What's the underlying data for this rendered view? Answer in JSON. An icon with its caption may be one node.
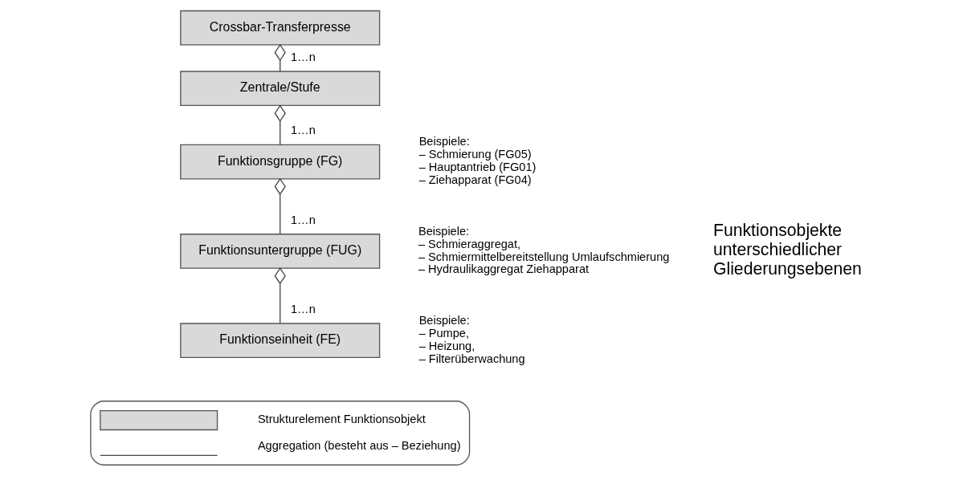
{
  "diagram": {
    "nodes": [
      {
        "text": [
          "Crossbar-Transferpresse"
        ]
      },
      {
        "text": [
          "Zentrale/Stufe"
        ]
      },
      {
        "text": [
          "Funktionsgruppe (FG)"
        ],
        "beside": [
          "Beispiele:",
          "– Schmierung (FG05)",
          "– Hauptantrieb (FG01)",
          "– Ziehapparat (FG04)"
        ]
      },
      {
        "text": [
          "Funktionsuntergruppe (FUG)"
        ],
        "beside": [
          "Beispiele:",
          "– Schmieraggregat,",
          "– Schmiermittelbereitstellung Umlaufschmierung",
          "– Hydraulikaggregat Ziehapparat"
        ]
      },
      {
        "text": [
          "Funktionseinheit (FE)"
        ],
        "beside": [
          "Beispiele:",
          "– Pumpe,",
          "– Heizung,",
          "– Filterüberwachung"
        ]
      }
    ],
    "edges": [
      {
        "from": 0,
        "to": 1,
        "arrow": "other",
        "label": "1…n"
      },
      {
        "from": 1,
        "to": 2,
        "arrow": "other",
        "label": "1…n"
      },
      {
        "from": 2,
        "to": 3,
        "arrow": "other",
        "label": "1…n"
      },
      {
        "from": 3,
        "to": 4,
        "arrow": "other",
        "label": "1…n"
      }
    ],
    "labels": [
      "Funktionsobjekte unterschiedlicher Gliederungsebenen"
    ],
    "legend": [
      {
        "text": "Strukturelement Funktionsobjekt",
        "color": "#d9d9d9"
      },
      {
        "text": "Aggregation (besteht aus – Beziehung)"
      }
    ]
  }
}
